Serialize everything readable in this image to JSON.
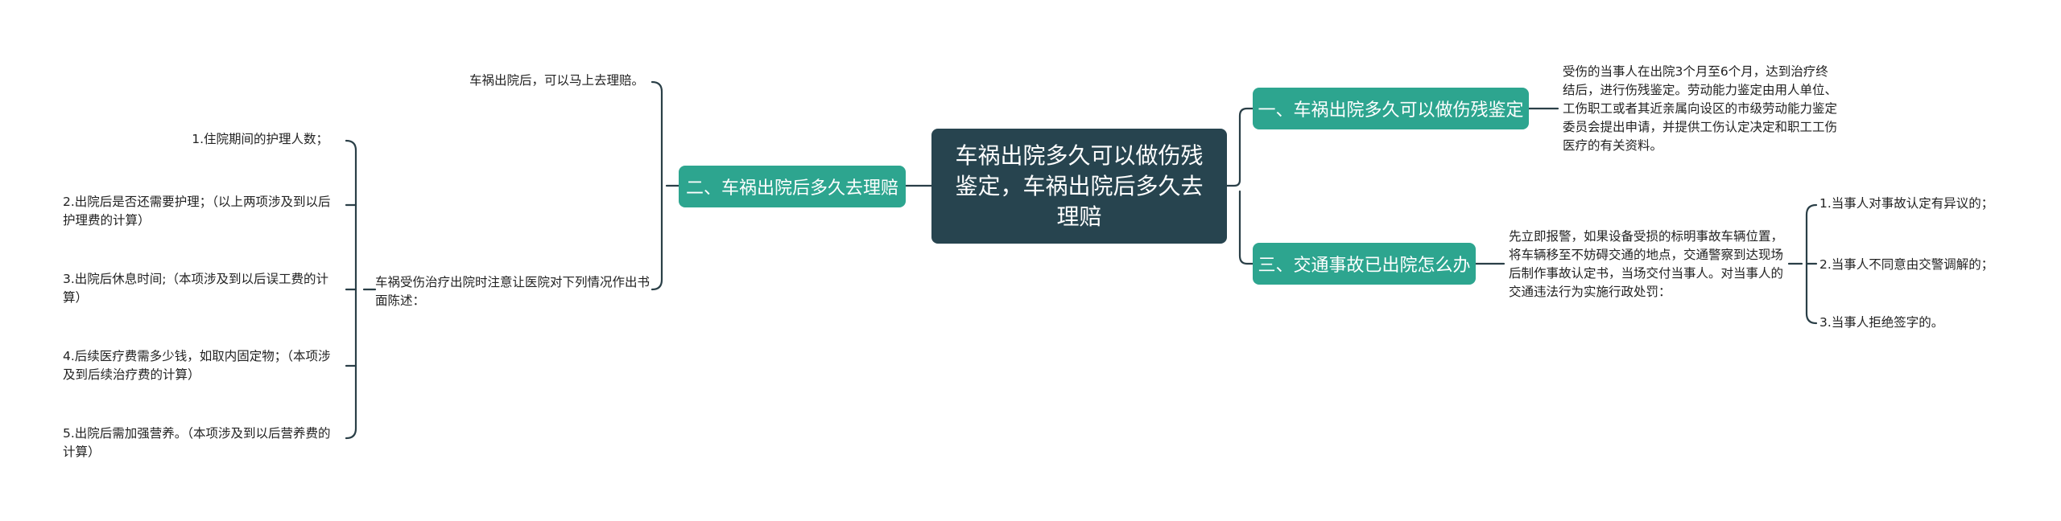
{
  "mindmap": {
    "root": "车祸出院多久可以做伤残鉴定，车祸出院后多久去理赔",
    "branch1": {
      "title": "一、车祸出院多久可以做伤残鉴定",
      "text": "受伤的当事人在出院3个月至6个月，达到治疗终结后，进行伤残鉴定。劳动能力鉴定由用人单位、工伤职工或者其近亲属向设区的市级劳动能力鉴定委员会提出申请，并提供工伤认定决定和职工工伤医疗的有关资料。"
    },
    "branch2": {
      "title": "二、车祸出院后多久去理赔",
      "text1": "车祸出院后，可以马上去理赔。",
      "text2": "车祸受伤治疗出院时注意让医院对下列情况作出书面陈述：",
      "items": [
        "1.住院期间的护理人数；",
        "2.出院后是否还需要护理；（以上两项涉及到以后护理费的计算）",
        "3.出院后休息时间;（本项涉及到以后误工费的计算）",
        "4.后续医疗费需多少钱，如取内固定物；（本项涉及到后续治疗费的计算）",
        "5.出院后需加强营养。（本项涉及到以后营养费的计算）"
      ]
    },
    "branch3": {
      "title": "三、交通事故已出院怎么办",
      "text": "先立即报警，如果设备受损的标明事故车辆位置，将车辆移至不妨碍交通的地点，交通警察到达现场后制作事故认定书，当场交付当事人。对当事人的交通违法行为实施行政处罚：",
      "items": [
        "1.当事人对事故认定有异议的；",
        "2.当事人不同意由交警调解的；",
        "3.当事人拒绝签字的。"
      ]
    }
  }
}
